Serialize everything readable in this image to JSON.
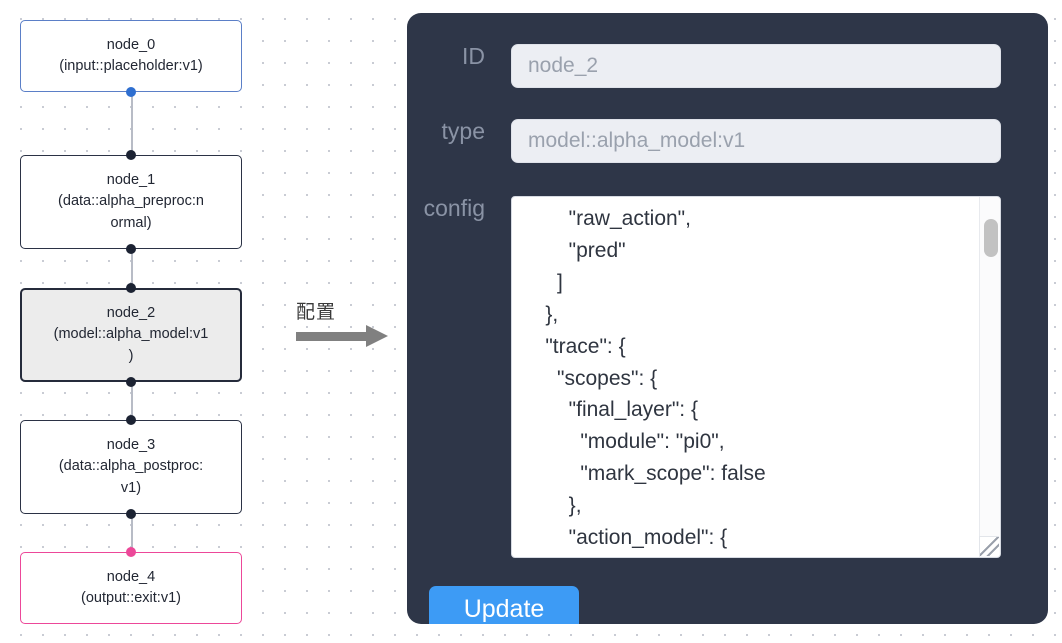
{
  "graph": {
    "nodes": [
      {
        "id": "node_0",
        "title": "node_0",
        "subtitle": "(input::placeholder:v1)",
        "lines": [
          "node_0",
          "(input::placeholder:v1)"
        ],
        "state": "input",
        "border_color": "#5b7fc7"
      },
      {
        "id": "node_1",
        "title": "node_1",
        "subtitle": "(data::alpha_preproc:normal)",
        "lines": [
          "node_1",
          "(data::alpha_preproc:n",
          "ormal)"
        ],
        "state": "default",
        "border_color": "#2b3245"
      },
      {
        "id": "node_2",
        "title": "node_2",
        "subtitle": "(model::alpha_model:v1)",
        "lines": [
          "node_2",
          "(model::alpha_model:v1",
          ")"
        ],
        "state": "selected",
        "border_color": "#252b3b",
        "fill_color": "#ececec"
      },
      {
        "id": "node_3",
        "title": "node_3",
        "subtitle": "(data::alpha_postproc:v1)",
        "lines": [
          "node_3",
          "(data::alpha_postproc:",
          "v1)"
        ],
        "state": "default",
        "border_color": "#2b3245"
      },
      {
        "id": "node_4",
        "title": "node_4",
        "subtitle": "(output::exit:v1)",
        "lines": [
          "node_4",
          "(output::exit:v1)"
        ],
        "state": "output",
        "border_color": "#ec4899"
      }
    ],
    "edges": [
      {
        "from": "node_0",
        "to": "node_1"
      },
      {
        "from": "node_1",
        "to": "node_2"
      },
      {
        "from": "node_2",
        "to": "node_3"
      },
      {
        "from": "node_3",
        "to": "node_4"
      }
    ]
  },
  "arrow": {
    "label": "配置",
    "color": "#808080"
  },
  "panel": {
    "background_color": "#2e3648",
    "fields": [
      {
        "label": "ID",
        "value": "node_2"
      },
      {
        "label": "type",
        "value": "model::alpha_model:v1"
      }
    ],
    "id_label": "ID",
    "id_value": "node_2",
    "type_label": "type",
    "type_value": "model::alpha_model:v1",
    "config_label": "config",
    "config_value": "        \"raw_action\",\n        \"pred\"\n      ]\n    },\n    \"trace\": {\n      \"scopes\": {\n        \"final_layer\": {\n          \"module\": \"pi0\",\n          \"mark_scope\": false\n        },\n        \"action_model\": {",
    "update_label": "Update",
    "update_color": "#3d9bf5",
    "scrollbar": {
      "thumb_color": "#c2c2c2",
      "position": "near-top"
    }
  }
}
